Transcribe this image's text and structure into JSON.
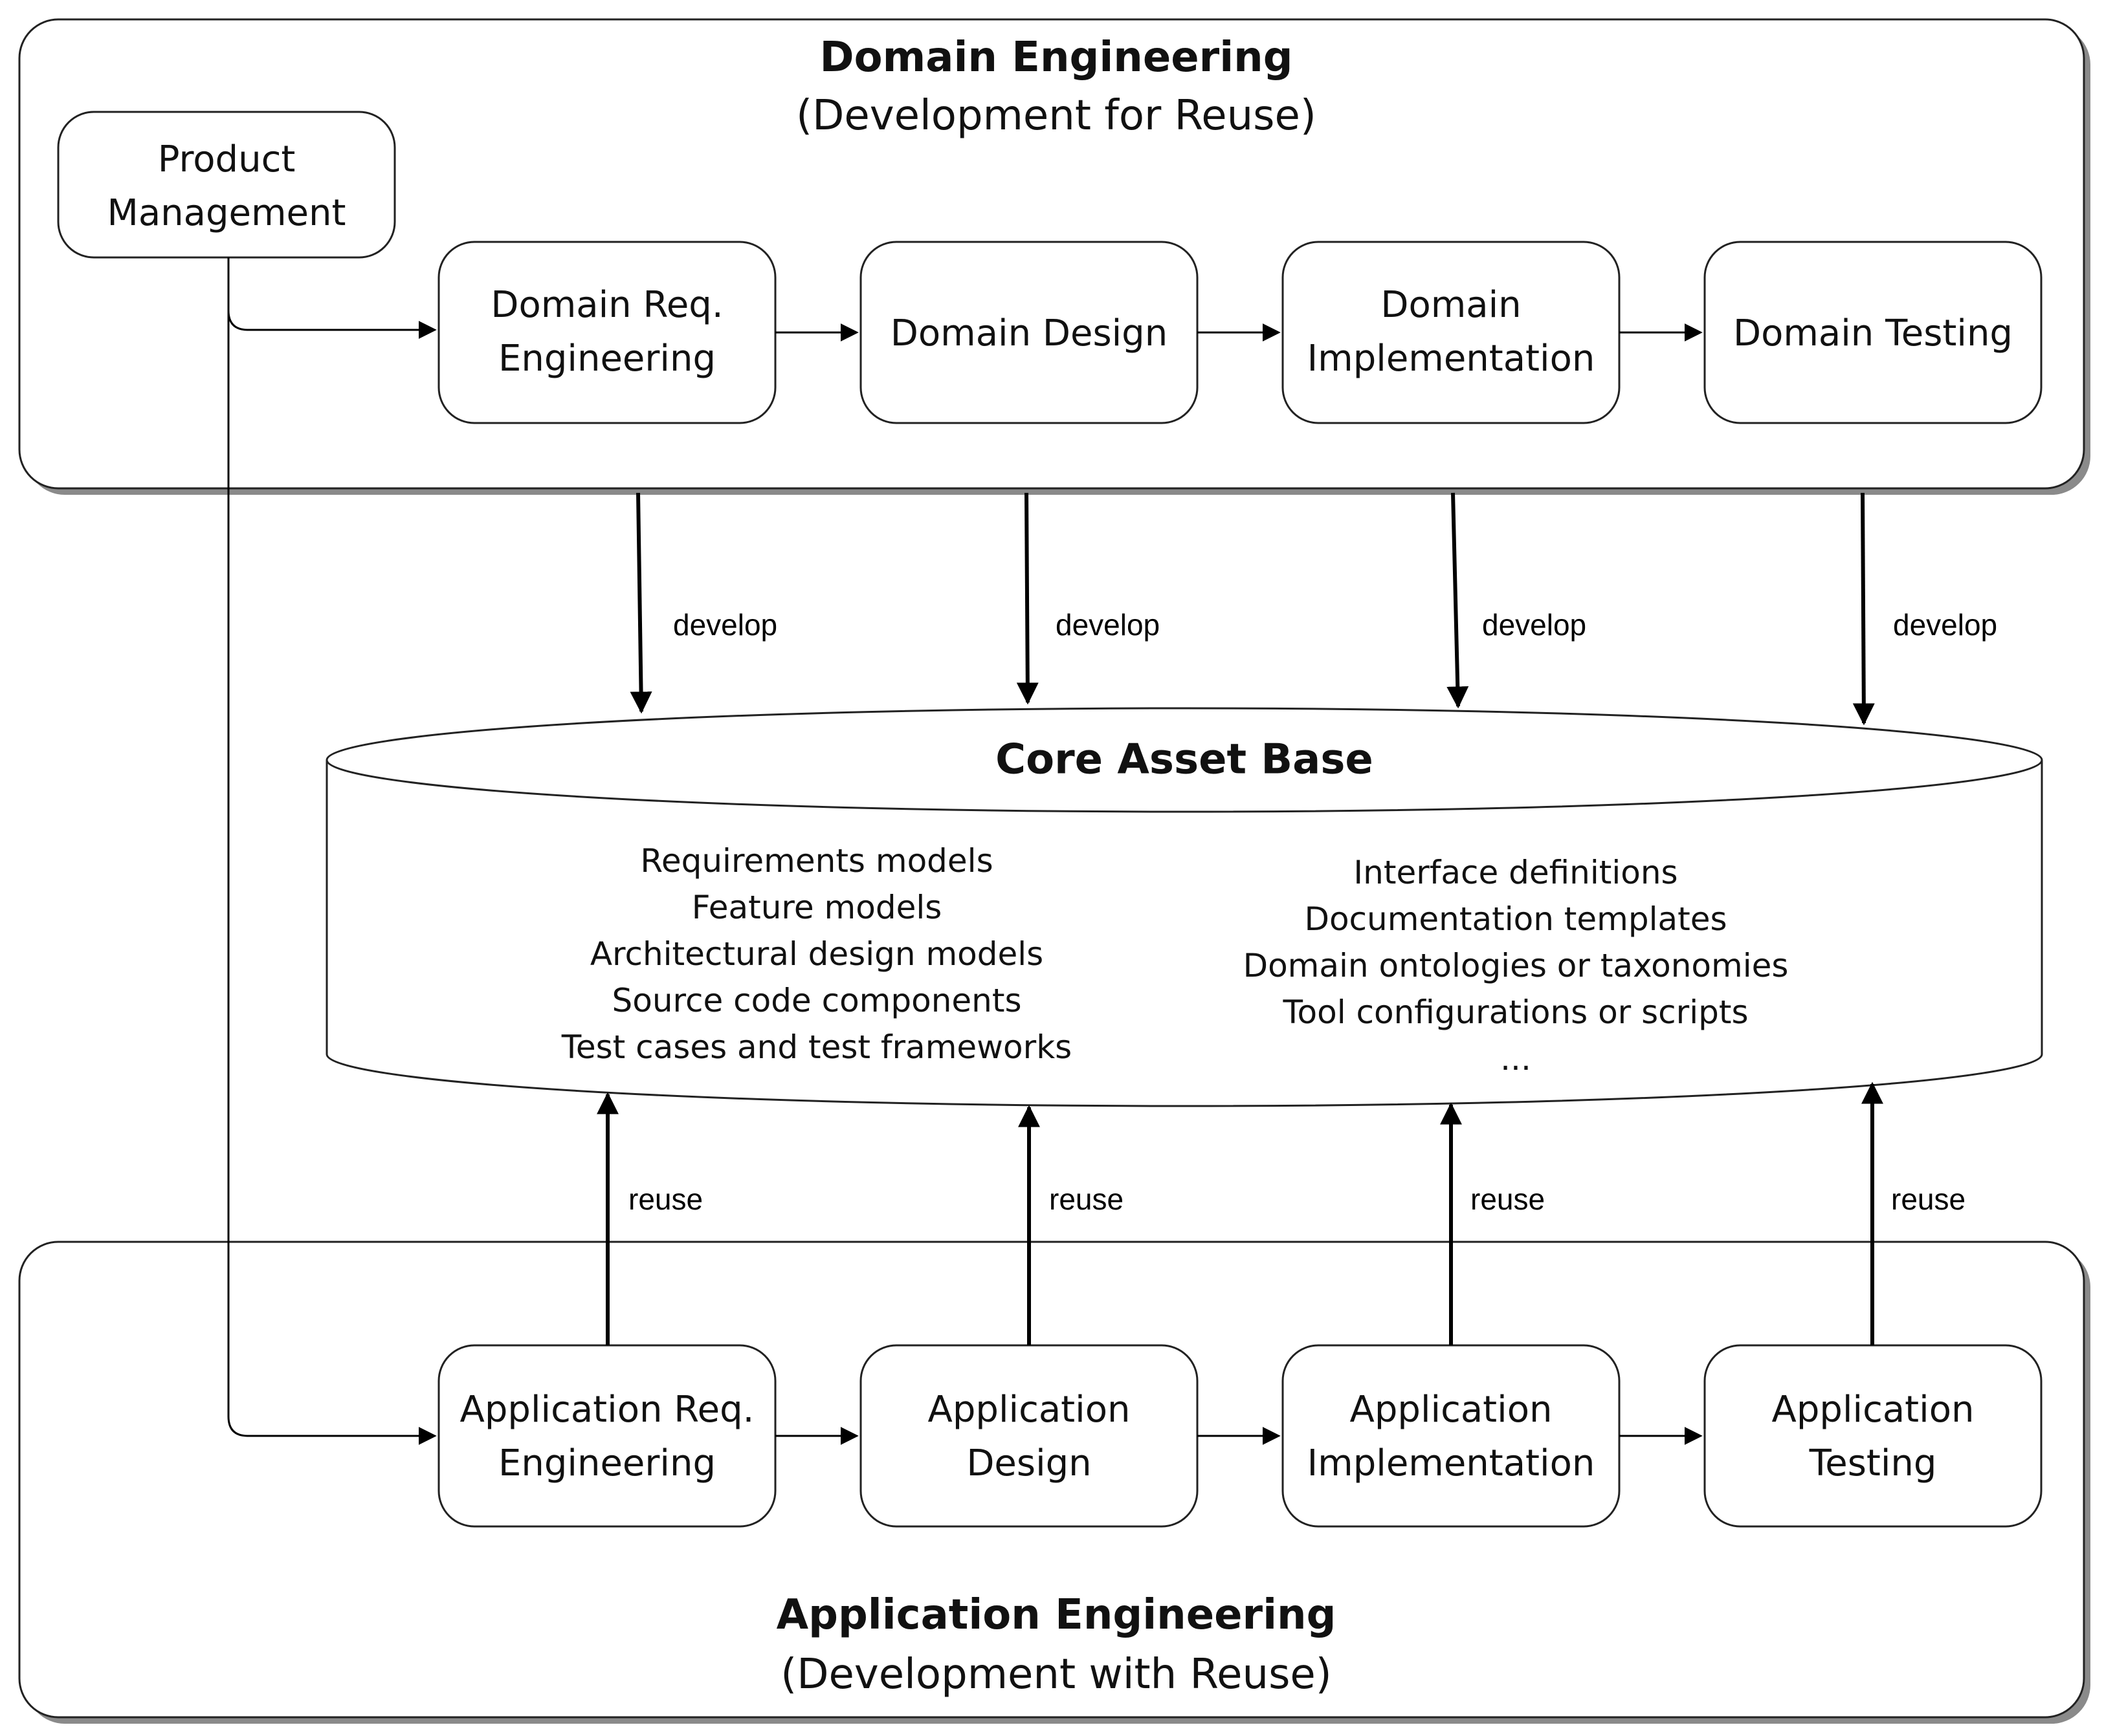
{
  "domain_engineering": {
    "title": "Domain Engineering",
    "subtitle": "(Development for Reuse)"
  },
  "application_engineering": {
    "title": "Application Engineering",
    "subtitle": "(Development with Reuse)"
  },
  "product_management": {
    "lines": [
      "Product",
      "Management"
    ]
  },
  "domain_steps": [
    {
      "lines": [
        "Domain Req.",
        "Engineering"
      ]
    },
    {
      "lines": [
        "Domain Design"
      ]
    },
    {
      "lines": [
        "Domain",
        "Implementation"
      ]
    },
    {
      "lines": [
        "Domain Testing"
      ]
    }
  ],
  "application_steps": [
    {
      "lines": [
        "Application Req.",
        "Engineering"
      ]
    },
    {
      "lines": [
        "Application",
        "Design"
      ]
    },
    {
      "lines": [
        "Application",
        "Implementation"
      ]
    },
    {
      "lines": [
        "Application",
        "Testing"
      ]
    }
  ],
  "core_asset_base": {
    "title": "Core Asset Base",
    "left_items": [
      "Requirements models",
      "Feature models",
      "Architectural design models",
      "Source code components",
      "Test cases and test frameworks"
    ],
    "right_items": [
      "Interface definitions",
      "Documentation templates",
      "Domain ontologies or taxonomies",
      "Tool configurations or scripts",
      "..."
    ]
  },
  "edge_labels": {
    "develop": [
      "develop",
      "develop",
      "develop",
      "develop"
    ],
    "reuse": [
      "reuse",
      "reuse",
      "reuse",
      "reuse"
    ]
  }
}
